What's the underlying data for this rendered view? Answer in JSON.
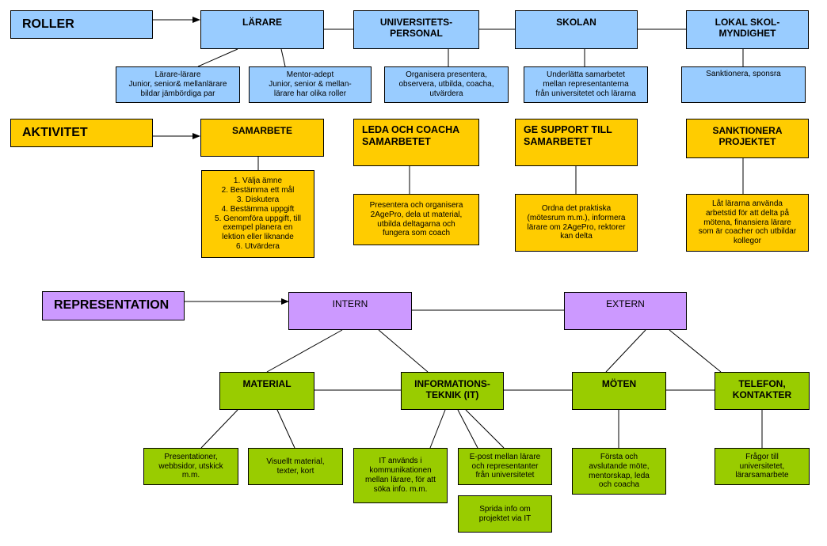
{
  "roles": {
    "category": "ROLLER",
    "larare": "LÄRARE",
    "universitet": "UNIVERSITETS-\nPERSONAL",
    "skolan": "SKOLAN",
    "lokal": "LOKAL SKOL-\nMYNDIGHET",
    "larare_larare": "Lärare-lärare\nJunior, senior& mellanlärare\nbildar jämbördiga par",
    "mentor_adept": "Mentor-adept\nJunior, senior & mellan-\nlärare har olika roller",
    "universitet_desc": "Organisera presentera,\nobservera, utbilda, coacha,\nutvärdera",
    "skolan_desc": "Underlätta samarbetet\nmellan representanterna\nfrån universitetet och lärarna",
    "lokal_desc": "Sanktionera, sponsra"
  },
  "activities": {
    "category": "AKTIVITET",
    "samarbete": "SAMARBETE",
    "samarbete_steps": "1. Välja ämne\n2. Bestämma ett mål\n3. Diskutera\n4. Bestämma uppgift\n5. Genomföra uppgift, till\nexempel planera en\nlektion eller liknande\n6. Utvärdera",
    "leda": "LEDA OCH COACHA\nSAMARBETET",
    "leda_desc": "Presentera och organisera\n2AgePro, dela ut material,\nutbilda deltagarna och\nfungera som coach",
    "support": "GE SUPPORT TILL\nSAMARBETET",
    "support_desc": "Ordna det praktiska\n(mötesrum m.m.), informera\nlärare om 2AgePro, rektorer\nkan delta",
    "sanktionera": "SANKTIONERA\nPROJEKTET",
    "sanktionera_desc": "Låt lärarna använda\narbetstid för att delta på\nmötena, finansiera lärare\nsom är coacher och utbildar\nkollegor"
  },
  "representation": {
    "category": "REPRESENTATION",
    "intern": "INTERN",
    "extern": "EXTERN",
    "material": "MATERIAL",
    "it": "INFORMATIONS-\nTEKNIK (IT)",
    "moten": "MÖTEN",
    "telefon": "TELEFON,\nKONTAKTER",
    "presentationer": "Presentationer,\nwebbsidor, utskick\nm.m.",
    "visuellt": "Visuellt material,\ntexter, kort",
    "it_anvands": "IT används i\nkommunikationen\nmellan lärare, för att\nsöka info. m.m.",
    "epost": "E-post mellan lärare\noch representanter\nfrån universitetet",
    "sprida": "Sprida info om\nprojektet via IT",
    "forsta": "Första och\navslutande möte,\nmentorskap, leda\noch coacha",
    "fragor": "Frågor till\nuniversitetet,\nlärarsamarbete"
  },
  "colors": {
    "roles": "#99ccff",
    "activities": "#ffcc00",
    "representation": "#cc99ff",
    "channels": "#99cc00",
    "lines": "#000000"
  }
}
